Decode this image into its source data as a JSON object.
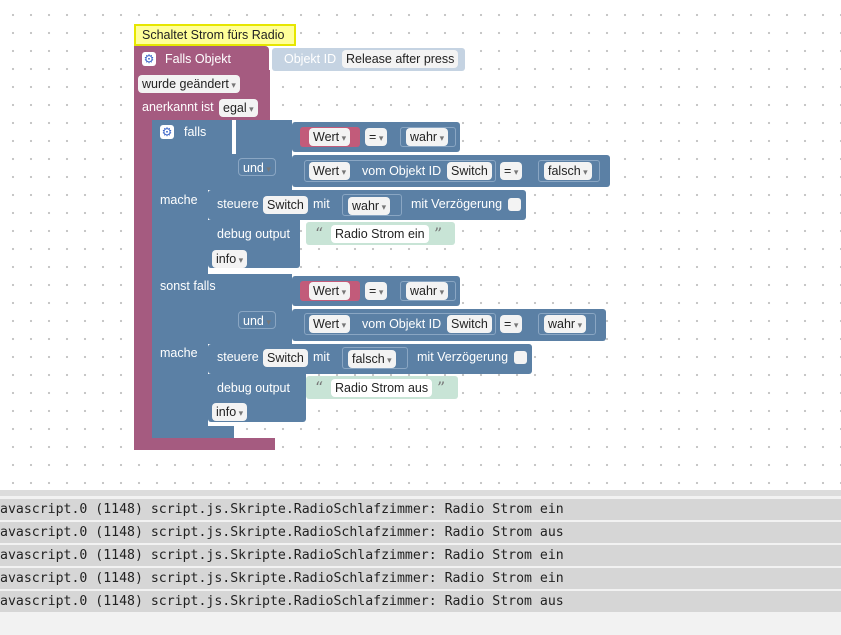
{
  "workspace": {
    "comment": "Schaltet Strom fürs Radio",
    "trigger": {
      "label": "Falls Objekt",
      "objekt_id_label": "Objekt ID",
      "objekt_id_value": "Release after press",
      "changed": "wurde geändert",
      "ack_label": "anerkannt ist",
      "ack_value": "egal"
    },
    "if_block": {
      "falls": "falls",
      "und": "und",
      "mache": "mache",
      "sonst_falls": "sonst falls",
      "wert": "Wert",
      "vom_objekt_id": "vom Objekt ID",
      "switch": "Switch",
      "eq": "=",
      "steuere": "steuere",
      "mit": "mit",
      "mit_verzoegerung": "mit Verzögerung",
      "debug_output": "debug output",
      "info": "info",
      "branch1": {
        "cond1_value": "wahr",
        "cond2_value": "falsch",
        "set_value": "wahr",
        "debug_text": "Radio Strom ein"
      },
      "branch2": {
        "cond1_value": "wahr",
        "cond2_value": "wahr",
        "set_value": "falsch",
        "debug_text": "Radio Strom aus"
      }
    },
    "colors": {
      "trigger": "#a55b80",
      "logic": "#5b80a5",
      "wert": "#c25b7a",
      "text": "#c8e4d6",
      "comment_bg": "#ffff99",
      "comment_border": "#e6e600"
    }
  },
  "console": {
    "lines": [
      "avascript.0 (1148) script.js.Skripte.RadioSchlafzimmer: Radio Strom ein",
      "avascript.0 (1148) script.js.Skripte.RadioSchlafzimmer: Radio Strom aus",
      "avascript.0 (1148) script.js.Skripte.RadioSchlafzimmer: Radio Strom ein",
      "avascript.0 (1148) script.js.Skripte.RadioSchlafzimmer: Radio Strom ein",
      "avascript.0 (1148) script.js.Skripte.RadioSchlafzimmer: Radio Strom aus"
    ]
  }
}
